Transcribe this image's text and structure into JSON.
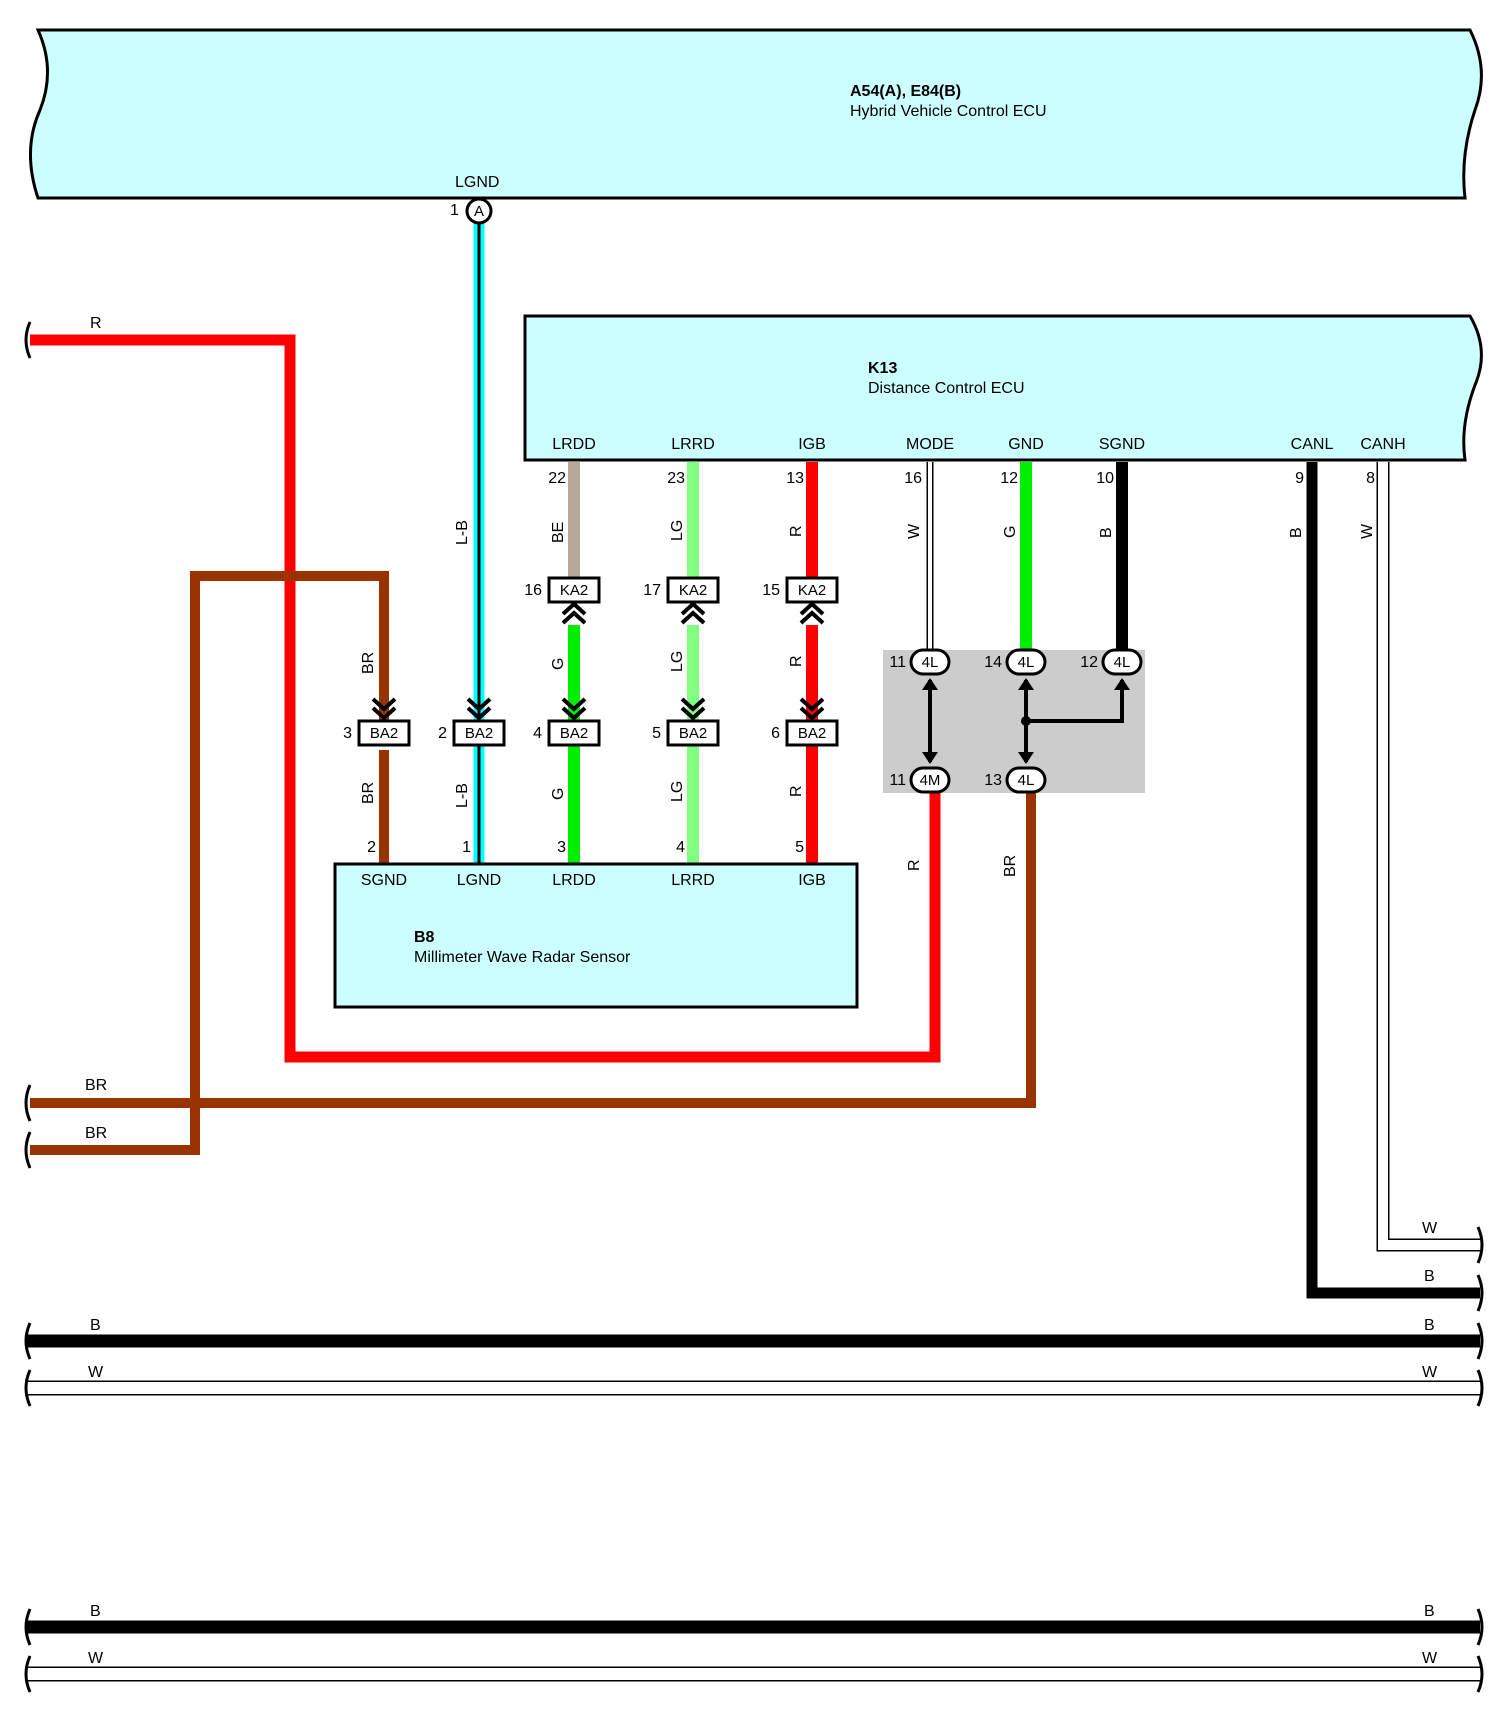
{
  "components": {
    "hv_ecu": {
      "code": "A54(A), E84(B)",
      "name": "Hybrid Vehicle Control ECU",
      "pin_label": "LGND",
      "pin_number": "1",
      "pin_circle": "A"
    },
    "dc_ecu": {
      "code": "K13",
      "name": "Distance Control ECU",
      "pins": [
        {
          "label": "LRDD",
          "number": "22"
        },
        {
          "label": "LRRD",
          "number": "23"
        },
        {
          "label": "IGB",
          "number": "13"
        },
        {
          "label": "MODE",
          "number": "16"
        },
        {
          "label": "GND",
          "number": "12"
        },
        {
          "label": "SGND",
          "number": "10"
        },
        {
          "label": "CANL",
          "number": "9"
        },
        {
          "label": "CANH",
          "number": "8"
        }
      ]
    },
    "radar": {
      "code": "B8",
      "name": "Millimeter Wave Radar Sensor",
      "pins": [
        {
          "label": "SGND",
          "number": "2"
        },
        {
          "label": "LGND",
          "number": "1"
        },
        {
          "label": "LRDD",
          "number": "3"
        },
        {
          "label": "LRRD",
          "number": "4"
        },
        {
          "label": "IGB",
          "number": "5"
        }
      ]
    }
  },
  "connectors": {
    "ka2": [
      {
        "name": "KA2",
        "pin": "16"
      },
      {
        "name": "KA2",
        "pin": "17"
      },
      {
        "name": "KA2",
        "pin": "15"
      }
    ],
    "ba2": [
      {
        "name": "BA2",
        "pin": "3"
      },
      {
        "name": "BA2",
        "pin": "2"
      },
      {
        "name": "BA2",
        "pin": "4"
      },
      {
        "name": "BA2",
        "pin": "5"
      },
      {
        "name": "BA2",
        "pin": "6"
      }
    ],
    "junction": [
      {
        "name": "4L",
        "pin": "11"
      },
      {
        "name": "4L",
        "pin": "14"
      },
      {
        "name": "4L",
        "pin": "12"
      },
      {
        "name": "4M",
        "pin": "11"
      },
      {
        "name": "4L",
        "pin": "13"
      }
    ]
  },
  "wires": {
    "left_r": "R",
    "left_br1": "BR",
    "left_br2": "BR",
    "lb_upper": "L-B",
    "lb_lower": "L-B",
    "be": "BE",
    "lg_upper": "LG",
    "r_upper": "R",
    "w_mode": "W",
    "g_gnd": "G",
    "b_sgnd": "B",
    "b_canl": "B",
    "w_canh": "W",
    "br_mid": "BR",
    "g_mid": "G",
    "lg_mid": "LG",
    "r_mid": "R",
    "br_lower": "BR",
    "g_lower": "G",
    "lg_lower": "LG",
    "r_lower": "R",
    "r_junction": "R",
    "br_junction": "BR",
    "right_w": "W",
    "right_b": "B",
    "bus1": {
      "b_left": "B",
      "b_right": "B",
      "w_left": "W",
      "w_right": "W"
    },
    "bus2": {
      "b_left": "B",
      "b_right": "B",
      "w_left": "W",
      "w_right": "W"
    }
  },
  "colors": {
    "ecu_fill": "#ccffff",
    "red": "#ff0000",
    "brown": "#993300",
    "cyan": "#00ffff",
    "beige": "#b8a898",
    "green": "#00ee00",
    "light_green": "#80ff80",
    "black": "#000000",
    "gray_box": "#cccccc"
  }
}
